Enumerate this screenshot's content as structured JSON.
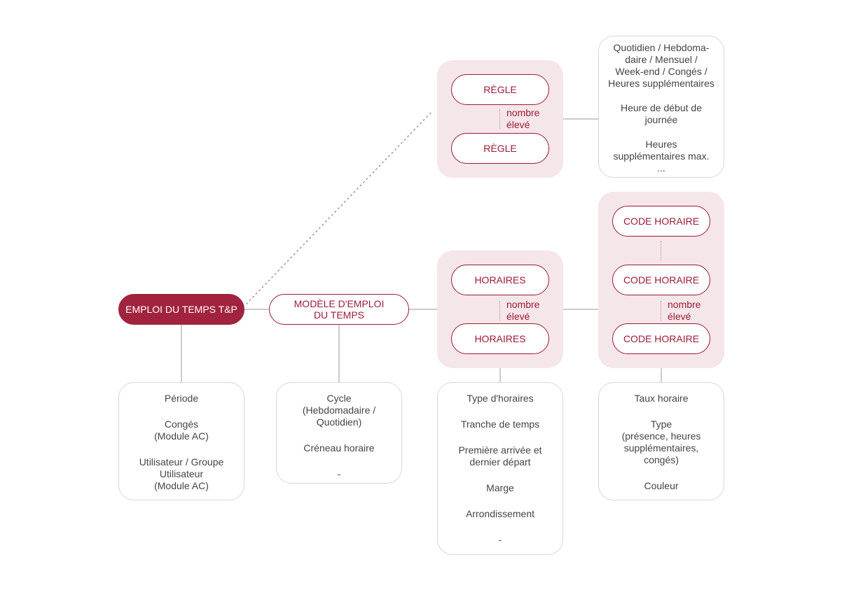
{
  "root": {
    "label": "EMPLOI DU TEMPS T&P"
  },
  "modele": {
    "label": "MODÈLE D'EMPLOI\nDU TEMPS"
  },
  "regle_group": {
    "items": [
      "RÈGLE",
      "RÈGLE"
    ],
    "multiplicity": "nombre\nélevé"
  },
  "horaires_group": {
    "items": [
      "HORAIRES",
      "HORAIRES"
    ],
    "multiplicity": "nombre\nélevé"
  },
  "code_group": {
    "items": [
      "CODE HORAIRE",
      "CODE HORAIRE",
      "CODE HORAIRE"
    ],
    "multiplicity": "nombre\nélevé"
  },
  "regle_details": {
    "items": [
      "Quotidien / Hebdoma-\ndaire / Mensuel /\nWeek-end / Congés /\nHeures supplémentaires",
      "Heure de début de\njournée",
      "Heures\nsupplémentaires max.\n..."
    ]
  },
  "root_details": {
    "items": [
      "Période",
      "Congés\n(Module AC)",
      "Utilisateur / Groupe\nUtilisateur\n(Module AC)"
    ]
  },
  "modele_details": {
    "items": [
      "Cycle\n(Hebdomadaire /\nQuotidien)",
      "Créneau horaire",
      "-"
    ]
  },
  "horaires_details": {
    "items": [
      "Type d'horaires",
      "Tranche de temps",
      "Première arrivée et\ndernier départ",
      "Marge",
      "Arrondissement",
      "-"
    ]
  },
  "code_details": {
    "items": [
      "Taux horaire",
      "Type\n(présence, heures\nsupplémentaires,\ncongés)",
      "Couleur"
    ]
  },
  "colors": {
    "accent": "#9b1b36",
    "root_fill": "#a1233e",
    "group_bg": "#f5e6e9",
    "card_border": "#d8d8d8"
  }
}
